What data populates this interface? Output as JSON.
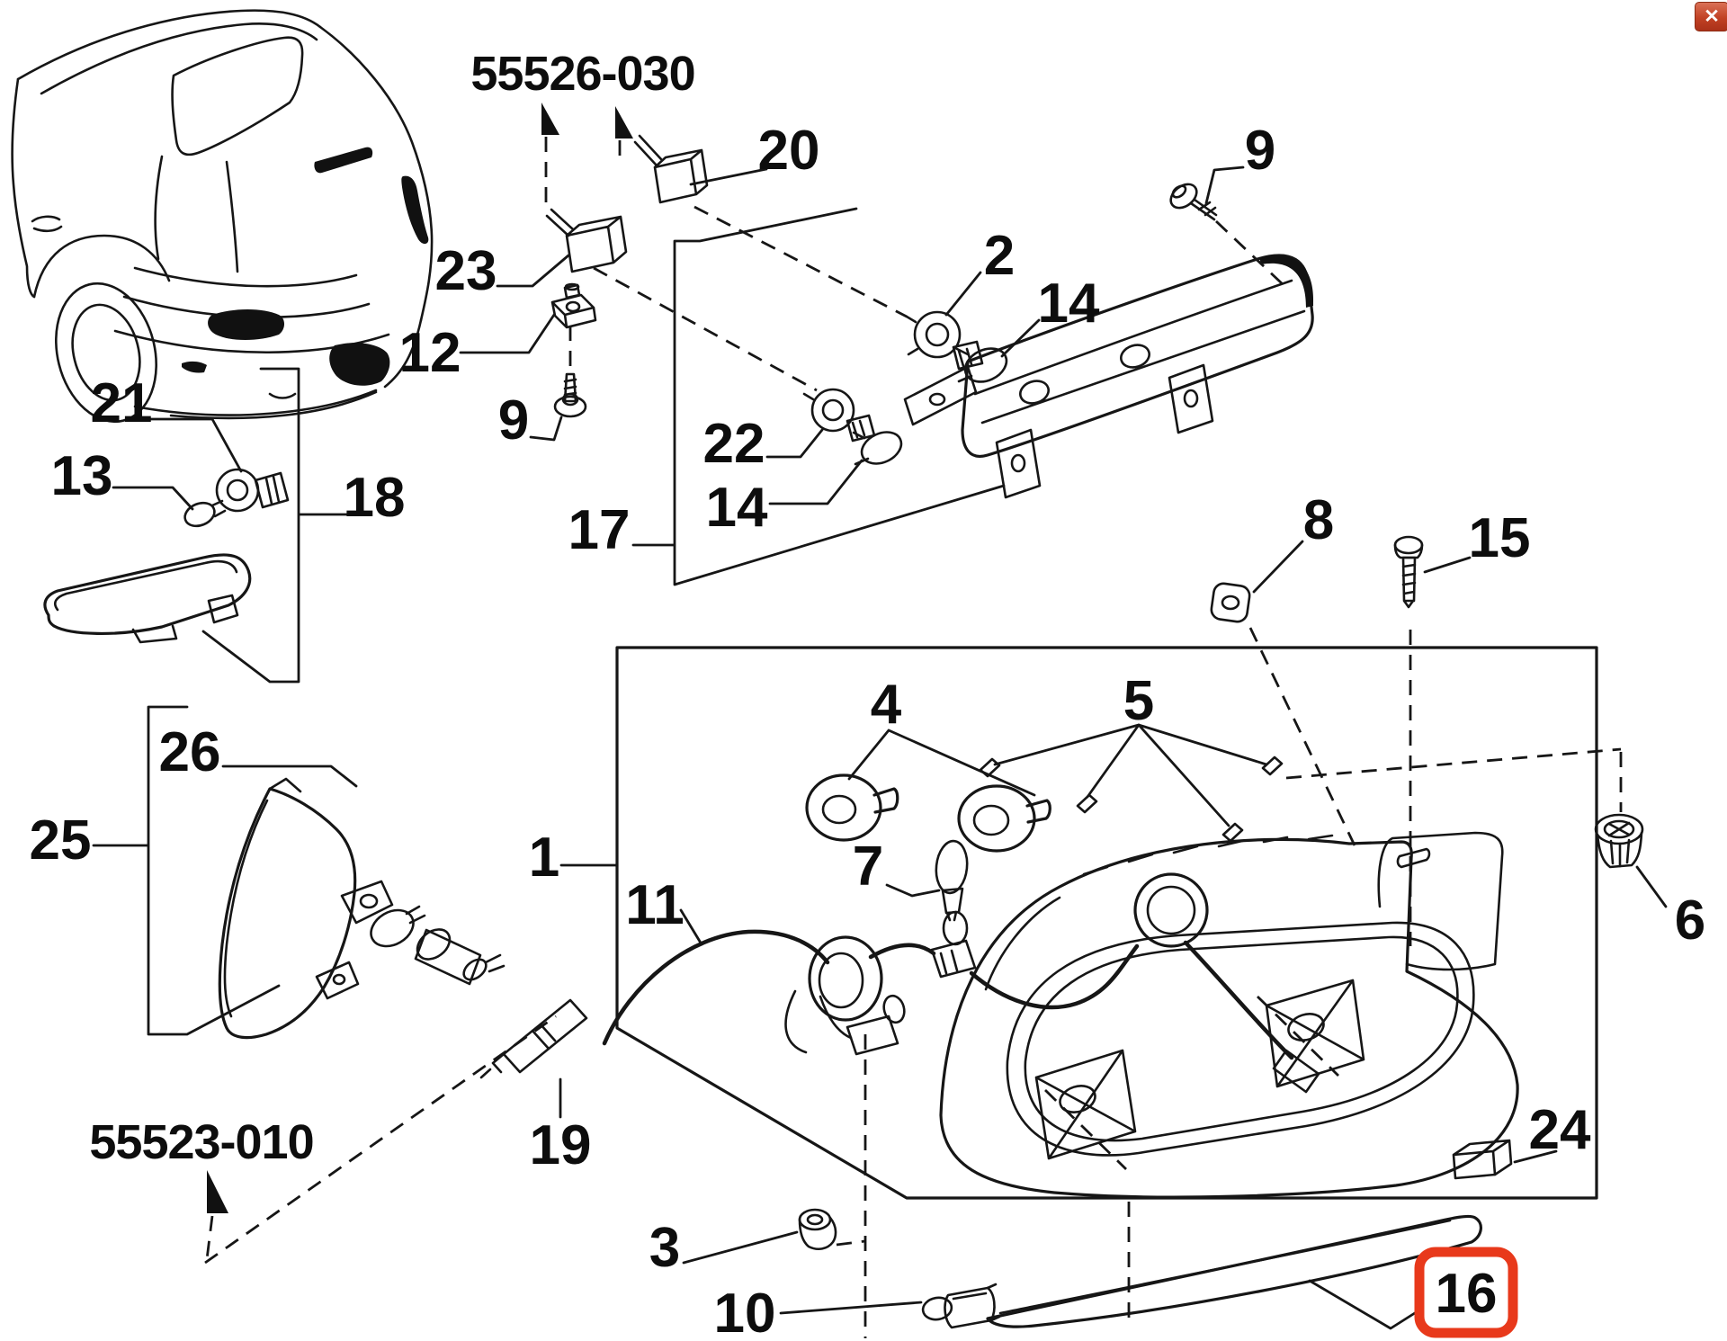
{
  "window": {
    "close_symbol": "✕"
  },
  "diagram": {
    "reference_numbers": {
      "top": "55526-030",
      "bottom_left": "55523-010"
    },
    "highlight_color": "#e8391b",
    "line_color": "#161616",
    "callouts": [
      {
        "num": "20"
      },
      {
        "num": "23"
      },
      {
        "num": "12"
      },
      {
        "num": "9"
      },
      {
        "num": "2"
      },
      {
        "num": "14"
      },
      {
        "num": "22"
      },
      {
        "num": "14"
      },
      {
        "num": "17"
      },
      {
        "num": "9"
      },
      {
        "num": "8"
      },
      {
        "num": "15"
      },
      {
        "num": "21"
      },
      {
        "num": "13"
      },
      {
        "num": "18"
      },
      {
        "num": "26"
      },
      {
        "num": "25"
      },
      {
        "num": "1"
      },
      {
        "num": "4"
      },
      {
        "num": "5"
      },
      {
        "num": "7"
      },
      {
        "num": "11"
      },
      {
        "num": "19"
      },
      {
        "num": "3"
      },
      {
        "num": "10"
      },
      {
        "num": "24"
      },
      {
        "num": "6"
      },
      {
        "num": "16",
        "highlighted": true
      }
    ]
  }
}
